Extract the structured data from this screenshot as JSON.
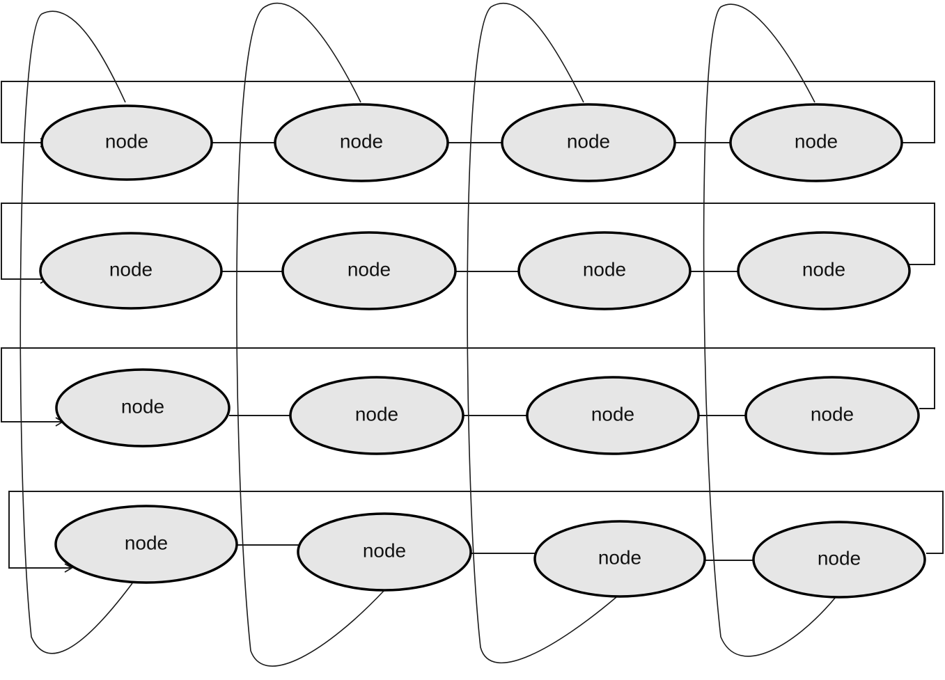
{
  "diagram": {
    "type": "torus-mesh",
    "rows": 4,
    "cols": 4,
    "node_label": "node",
    "colors": {
      "node_fill": "#e6e6e6",
      "node_stroke": "#000000",
      "edge": "#1a1a1a",
      "background": "#ffffff"
    },
    "nodes": [
      [
        {
          "label": "node"
        },
        {
          "label": "node"
        },
        {
          "label": "node"
        },
        {
          "label": "node"
        }
      ],
      [
        {
          "label": "node"
        },
        {
          "label": "node"
        },
        {
          "label": "node"
        },
        {
          "label": "node"
        }
      ],
      [
        {
          "label": "node"
        },
        {
          "label": "node"
        },
        {
          "label": "node"
        },
        {
          "label": "node"
        }
      ],
      [
        {
          "label": "node"
        },
        {
          "label": "node"
        },
        {
          "label": "node"
        },
        {
          "label": "node"
        }
      ]
    ]
  }
}
